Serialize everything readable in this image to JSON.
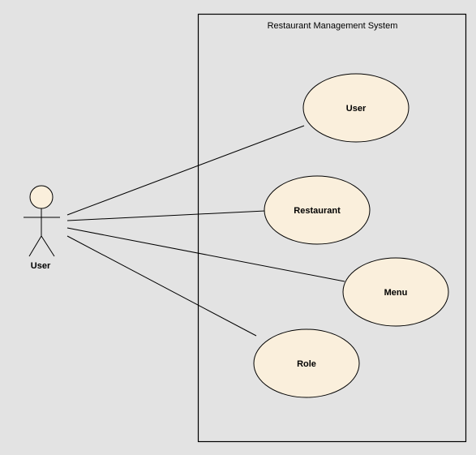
{
  "diagram": {
    "type": "uml-use-case",
    "system": {
      "title": "Restaurant Management System"
    },
    "actor": {
      "label": "User"
    },
    "use_cases": [
      {
        "label": "User"
      },
      {
        "label": "Restaurant"
      },
      {
        "label": "Menu"
      },
      {
        "label": "Role"
      }
    ],
    "associations": [
      {
        "from": "User",
        "to": "User"
      },
      {
        "from": "User",
        "to": "Restaurant"
      },
      {
        "from": "User",
        "to": "Menu"
      },
      {
        "from": "User",
        "to": "Role"
      }
    ],
    "colors": {
      "background": "#e3e3e3",
      "use_case_fill": "#faefdc",
      "stroke": "#000000"
    }
  }
}
